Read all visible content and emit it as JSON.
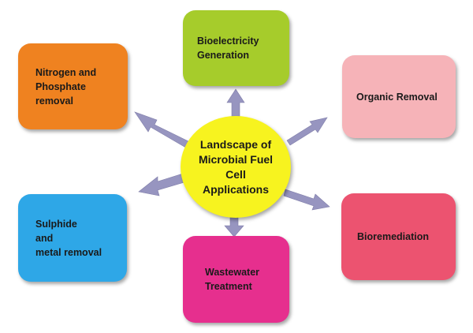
{
  "title": "Landscape of Microbial Fuel Cell Applications",
  "center": {
    "label": "Landscape of\nMicrobial Fuel\nCell\nApplications",
    "color": "#f7f31f"
  },
  "nodes": [
    {
      "id": "bioelectricity",
      "label": "Bioelectricity\nGeneration",
      "color": "#a6cc2b"
    },
    {
      "id": "organic",
      "label": "Organic Removal",
      "color": "#f6b3b8"
    },
    {
      "id": "bioremediation",
      "label": "Bioremediation",
      "color": "#ec5370"
    },
    {
      "id": "wastewater",
      "label": "Wastewater\nTreatment",
      "color": "#e62f8e"
    },
    {
      "id": "sulphide",
      "label": "Sulphide\nand\nmetal removal",
      "color": "#2ea7e7"
    },
    {
      "id": "nitrogen",
      "label": "Nitrogen and\nPhosphate\nremoval",
      "color": "#ef8220"
    }
  ],
  "arrow_color": "#9795c0",
  "edges": [
    {
      "from": "center",
      "to": "bioelectricity"
    },
    {
      "from": "center",
      "to": "organic"
    },
    {
      "from": "center",
      "to": "bioremediation"
    },
    {
      "from": "center",
      "to": "wastewater"
    },
    {
      "from": "center",
      "to": "sulphide"
    },
    {
      "from": "center",
      "to": "nitrogen"
    }
  ]
}
